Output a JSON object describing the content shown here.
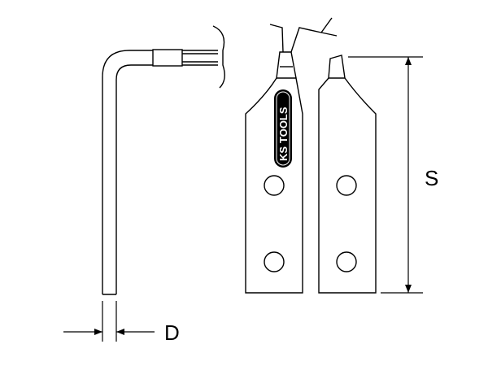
{
  "dimensions": {
    "diameter_label": "D",
    "length_label": "S"
  },
  "logo": {
    "brand_ks": "KS",
    "brand_tools": "TOOLS"
  },
  "colors": {
    "line": "#000000",
    "background": "#ffffff",
    "logo_fill": "#000000",
    "logo_text": "#ffffff"
  }
}
